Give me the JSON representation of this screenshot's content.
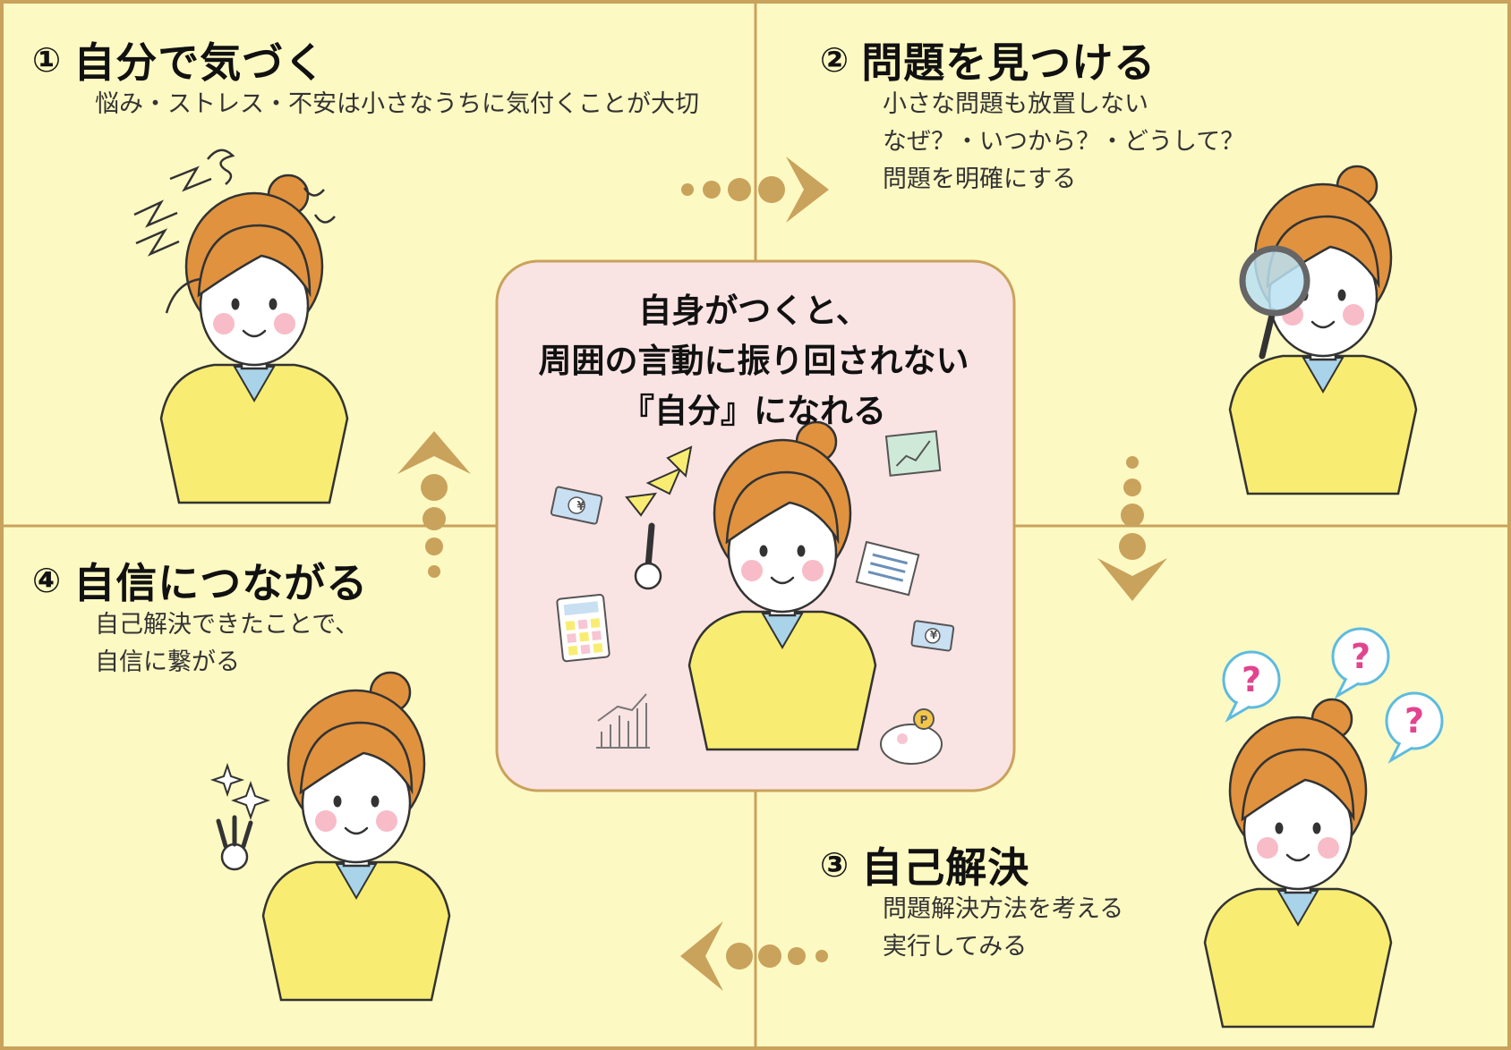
{
  "steps": [
    {
      "num": "①",
      "title": "自分で気づく",
      "lines": [
        "悩み・ストレス・不安は小さなうちに気付くことが大切"
      ]
    },
    {
      "num": "②",
      "title": "問題を見つける",
      "lines": [
        "小さな問題も放置しない",
        "なぜ？・いつから？・どうして？",
        "問題を明確にする"
      ]
    },
    {
      "num": "③",
      "title": "自己解決",
      "lines": [
        "問題解決方法を考える",
        "実行してみる"
      ]
    },
    {
      "num": "④",
      "title": "自信につながる",
      "lines": [
        "自己解決できたことで、",
        "自信に繋がる"
      ]
    }
  ],
  "center": {
    "lines": [
      "自身がつくと、",
      "周囲の言動に振り回されない",
      "『自分』になれる"
    ]
  },
  "badges": {
    "question": "?",
    "currency": "¥",
    "point": "P"
  },
  "colors": {
    "panel": "#fdf9c3",
    "grid": "#c9a25c",
    "center_bg": "#fae3e3",
    "arrow": "#c9a25c",
    "hair": "#e0923e",
    "shirt": "#f8ed72",
    "question": "#e2448f",
    "bubble": "#5dbbe0"
  }
}
